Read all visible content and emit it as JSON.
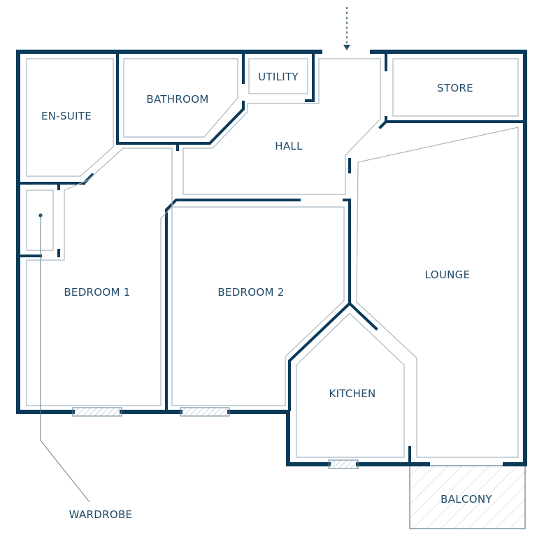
{
  "rooms": {
    "en_suite": "EN-SUITE",
    "bathroom": "BATHROOM",
    "utility": "UTILITY",
    "hall": "HALL",
    "store": "STORE",
    "bedroom_1": "BEDROOM 1",
    "bedroom_2": "BEDROOM 2",
    "lounge": "LOUNGE",
    "kitchen": "KITCHEN",
    "balcony": "BALCONY"
  },
  "callouts": {
    "wardrobe": "WARDROBE"
  },
  "colors": {
    "wall": "#0b3a59",
    "inner_line": "#a9b8c2",
    "text": "#204b68"
  }
}
